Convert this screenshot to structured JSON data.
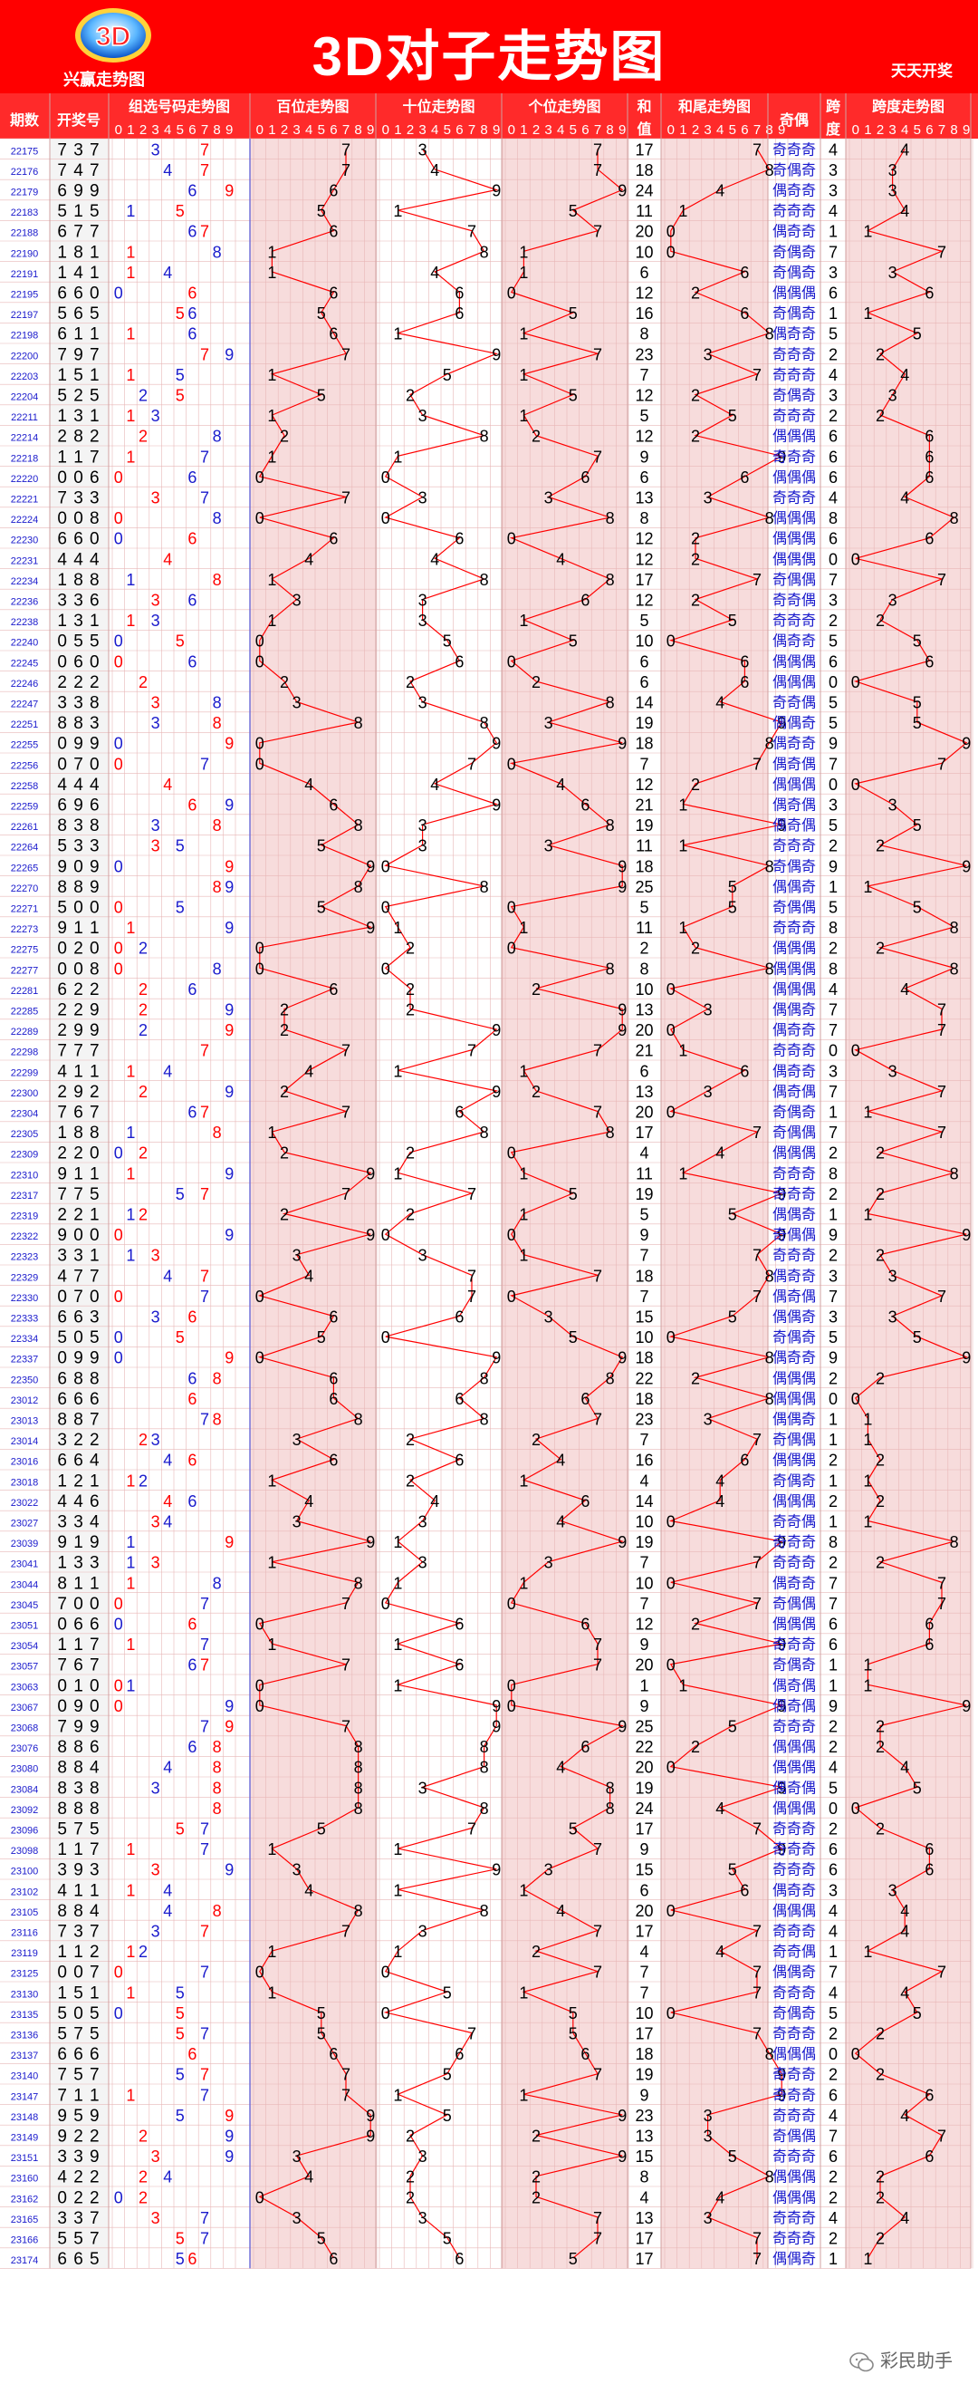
{
  "header": {
    "title": "3D对子走势图",
    "brand": "兴赢走势图",
    "subtitle": "天天开奖",
    "logo_text": "3D"
  },
  "footer": {
    "watermark": "彩民助手"
  },
  "colors": {
    "header_bg": "#ff0000",
    "header_text": "#ffffff",
    "pink_band": "#f7dcdc",
    "grid_line": "#e8b7b7",
    "blue_digit": "#1a1acc",
    "red_digit": "#ff0000",
    "parity_text": "#1a1acc",
    "trend_line": "#ff0000"
  },
  "columns": {
    "issue": "期数",
    "number": "开奖号",
    "group": "组选号码走势图",
    "hundreds": "百位走势图",
    "tens": "十位走势图",
    "units": "个位走势图",
    "sum_top": "和",
    "sum_bottom": "值",
    "sumtail": "和尾走势图",
    "parity": "奇偶",
    "span_top": "跨",
    "span_bottom": "度",
    "spantrend": "跨度走势图",
    "digits": [
      "0",
      "1",
      "2",
      "3",
      "4",
      "5",
      "6",
      "7",
      "8",
      "9"
    ]
  },
  "chart_data": {
    "type": "table",
    "title": "3D对子走势图",
    "rows": [
      {
        "issue": "22175",
        "number": "737",
        "sum": 17,
        "parity": "奇奇奇",
        "span": 4
      },
      {
        "issue": "22176",
        "number": "747",
        "sum": 18,
        "parity": "奇偶奇",
        "span": 3
      },
      {
        "issue": "22179",
        "number": "699",
        "sum": 24,
        "parity": "偶奇奇",
        "span": 3
      },
      {
        "issue": "22183",
        "number": "515",
        "sum": 11,
        "parity": "奇奇奇",
        "span": 4
      },
      {
        "issue": "22188",
        "number": "677",
        "sum": 20,
        "parity": "偶奇奇",
        "span": 1
      },
      {
        "issue": "22190",
        "number": "181",
        "sum": 10,
        "parity": "奇偶奇",
        "span": 7
      },
      {
        "issue": "22191",
        "number": "141",
        "sum": 6,
        "parity": "奇偶奇",
        "span": 3
      },
      {
        "issue": "22195",
        "number": "660",
        "sum": 12,
        "parity": "偶偶偶",
        "span": 6
      },
      {
        "issue": "22197",
        "number": "565",
        "sum": 16,
        "parity": "奇偶奇",
        "span": 1
      },
      {
        "issue": "22198",
        "number": "611",
        "sum": 8,
        "parity": "偶奇奇",
        "span": 5
      },
      {
        "issue": "22200",
        "number": "797",
        "sum": 23,
        "parity": "奇奇奇",
        "span": 2
      },
      {
        "issue": "22203",
        "number": "151",
        "sum": 7,
        "parity": "奇奇奇",
        "span": 4
      },
      {
        "issue": "22204",
        "number": "525",
        "sum": 12,
        "parity": "奇偶奇",
        "span": 3
      },
      {
        "issue": "22211",
        "number": "131",
        "sum": 5,
        "parity": "奇奇奇",
        "span": 2
      },
      {
        "issue": "22214",
        "number": "282",
        "sum": 12,
        "parity": "偶偶偶",
        "span": 6
      },
      {
        "issue": "22218",
        "number": "117",
        "sum": 9,
        "parity": "奇奇奇",
        "span": 6
      },
      {
        "issue": "22220",
        "number": "006",
        "sum": 6,
        "parity": "偶偶偶",
        "span": 6
      },
      {
        "issue": "22221",
        "number": "733",
        "sum": 13,
        "parity": "奇奇奇",
        "span": 4
      },
      {
        "issue": "22224",
        "number": "008",
        "sum": 8,
        "parity": "偶偶偶",
        "span": 8
      },
      {
        "issue": "22230",
        "number": "660",
        "sum": 12,
        "parity": "偶偶偶",
        "span": 6
      },
      {
        "issue": "22231",
        "number": "444",
        "sum": 12,
        "parity": "偶偶偶",
        "span": 0
      },
      {
        "issue": "22234",
        "number": "188",
        "sum": 17,
        "parity": "奇偶偶",
        "span": 7
      },
      {
        "issue": "22236",
        "number": "336",
        "sum": 12,
        "parity": "奇奇偶",
        "span": 3
      },
      {
        "issue": "22238",
        "number": "131",
        "sum": 5,
        "parity": "奇奇奇",
        "span": 2
      },
      {
        "issue": "22240",
        "number": "055",
        "sum": 10,
        "parity": "偶奇奇",
        "span": 5
      },
      {
        "issue": "22245",
        "number": "060",
        "sum": 6,
        "parity": "偶偶偶",
        "span": 6
      },
      {
        "issue": "22246",
        "number": "222",
        "sum": 6,
        "parity": "偶偶偶",
        "span": 0
      },
      {
        "issue": "22247",
        "number": "338",
        "sum": 14,
        "parity": "奇奇偶",
        "span": 5
      },
      {
        "issue": "22251",
        "number": "883",
        "sum": 19,
        "parity": "偶偶奇",
        "span": 5
      },
      {
        "issue": "22255",
        "number": "099",
        "sum": 18,
        "parity": "偶奇奇",
        "span": 9
      },
      {
        "issue": "22256",
        "number": "070",
        "sum": 7,
        "parity": "偶奇偶",
        "span": 7
      },
      {
        "issue": "22258",
        "number": "444",
        "sum": 12,
        "parity": "偶偶偶",
        "span": 0
      },
      {
        "issue": "22259",
        "number": "696",
        "sum": 21,
        "parity": "偶奇偶",
        "span": 3
      },
      {
        "issue": "22261",
        "number": "838",
        "sum": 19,
        "parity": "偶奇偶",
        "span": 5
      },
      {
        "issue": "22264",
        "number": "533",
        "sum": 11,
        "parity": "奇奇奇",
        "span": 2
      },
      {
        "issue": "22265",
        "number": "909",
        "sum": 18,
        "parity": "奇偶奇",
        "span": 9
      },
      {
        "issue": "22270",
        "number": "889",
        "sum": 25,
        "parity": "偶偶奇",
        "span": 1
      },
      {
        "issue": "22271",
        "number": "500",
        "sum": 5,
        "parity": "奇偶偶",
        "span": 5
      },
      {
        "issue": "22273",
        "number": "911",
        "sum": 11,
        "parity": "奇奇奇",
        "span": 8
      },
      {
        "issue": "22275",
        "number": "020",
        "sum": 2,
        "parity": "偶偶偶",
        "span": 2
      },
      {
        "issue": "22277",
        "number": "008",
        "sum": 8,
        "parity": "偶偶偶",
        "span": 8
      },
      {
        "issue": "22281",
        "number": "622",
        "sum": 10,
        "parity": "偶偶偶",
        "span": 4
      },
      {
        "issue": "22285",
        "number": "229",
        "sum": 13,
        "parity": "偶偶奇",
        "span": 7
      },
      {
        "issue": "22289",
        "number": "299",
        "sum": 20,
        "parity": "偶奇奇",
        "span": 7
      },
      {
        "issue": "22298",
        "number": "777",
        "sum": 21,
        "parity": "奇奇奇",
        "span": 0
      },
      {
        "issue": "22299",
        "number": "411",
        "sum": 6,
        "parity": "偶奇奇",
        "span": 3
      },
      {
        "issue": "22300",
        "number": "292",
        "sum": 13,
        "parity": "偶奇偶",
        "span": 7
      },
      {
        "issue": "22304",
        "number": "767",
        "sum": 20,
        "parity": "奇偶奇",
        "span": 1
      },
      {
        "issue": "22305",
        "number": "188",
        "sum": 17,
        "parity": "奇偶偶",
        "span": 7
      },
      {
        "issue": "22309",
        "number": "220",
        "sum": 4,
        "parity": "偶偶偶",
        "span": 2
      },
      {
        "issue": "22310",
        "number": "911",
        "sum": 11,
        "parity": "奇奇奇",
        "span": 8
      },
      {
        "issue": "22317",
        "number": "775",
        "sum": 19,
        "parity": "奇奇奇",
        "span": 2
      },
      {
        "issue": "22319",
        "number": "221",
        "sum": 5,
        "parity": "偶偶奇",
        "span": 1
      },
      {
        "issue": "22322",
        "number": "900",
        "sum": 9,
        "parity": "奇偶偶",
        "span": 9
      },
      {
        "issue": "22323",
        "number": "331",
        "sum": 7,
        "parity": "奇奇奇",
        "span": 2
      },
      {
        "issue": "22329",
        "number": "477",
        "sum": 18,
        "parity": "偶奇奇",
        "span": 3
      },
      {
        "issue": "22330",
        "number": "070",
        "sum": 7,
        "parity": "偶奇偶",
        "span": 7
      },
      {
        "issue": "22333",
        "number": "663",
        "sum": 15,
        "parity": "偶偶奇",
        "span": 3
      },
      {
        "issue": "22334",
        "number": "505",
        "sum": 10,
        "parity": "奇偶奇",
        "span": 5
      },
      {
        "issue": "22337",
        "number": "099",
        "sum": 18,
        "parity": "偶奇奇",
        "span": 9
      },
      {
        "issue": "22350",
        "number": "688",
        "sum": 22,
        "parity": "偶偶偶",
        "span": 2
      },
      {
        "issue": "23012",
        "number": "666",
        "sum": 18,
        "parity": "偶偶偶",
        "span": 0
      },
      {
        "issue": "23013",
        "number": "887",
        "sum": 23,
        "parity": "偶偶奇",
        "span": 1
      },
      {
        "issue": "23014",
        "number": "322",
        "sum": 7,
        "parity": "奇偶偶",
        "span": 1
      },
      {
        "issue": "23016",
        "number": "664",
        "sum": 16,
        "parity": "偶偶偶",
        "span": 2
      },
      {
        "issue": "23018",
        "number": "121",
        "sum": 4,
        "parity": "奇偶奇",
        "span": 1
      },
      {
        "issue": "23022",
        "number": "446",
        "sum": 14,
        "parity": "偶偶偶",
        "span": 2
      },
      {
        "issue": "23027",
        "number": "334",
        "sum": 10,
        "parity": "奇奇偶",
        "span": 1
      },
      {
        "issue": "23039",
        "number": "919",
        "sum": 19,
        "parity": "奇奇奇",
        "span": 8
      },
      {
        "issue": "23041",
        "number": "133",
        "sum": 7,
        "parity": "奇奇奇",
        "span": 2
      },
      {
        "issue": "23044",
        "number": "811",
        "sum": 10,
        "parity": "偶奇奇",
        "span": 7
      },
      {
        "issue": "23045",
        "number": "700",
        "sum": 7,
        "parity": "奇偶偶",
        "span": 7
      },
      {
        "issue": "23051",
        "number": "066",
        "sum": 12,
        "parity": "偶偶偶",
        "span": 6
      },
      {
        "issue": "23054",
        "number": "117",
        "sum": 9,
        "parity": "奇奇奇",
        "span": 6
      },
      {
        "issue": "23057",
        "number": "767",
        "sum": 20,
        "parity": "奇偶奇",
        "span": 1
      },
      {
        "issue": "23063",
        "number": "010",
        "sum": 1,
        "parity": "偶奇偶",
        "span": 1
      },
      {
        "issue": "23067",
        "number": "090",
        "sum": 9,
        "parity": "偶奇偶",
        "span": 9
      },
      {
        "issue": "23068",
        "number": "799",
        "sum": 25,
        "parity": "奇奇奇",
        "span": 2
      },
      {
        "issue": "23076",
        "number": "886",
        "sum": 22,
        "parity": "偶偶偶",
        "span": 2
      },
      {
        "issue": "23080",
        "number": "884",
        "sum": 20,
        "parity": "偶偶偶",
        "span": 4
      },
      {
        "issue": "23084",
        "number": "838",
        "sum": 19,
        "parity": "偶奇偶",
        "span": 5
      },
      {
        "issue": "23092",
        "number": "888",
        "sum": 24,
        "parity": "偶偶偶",
        "span": 0
      },
      {
        "issue": "23096",
        "number": "575",
        "sum": 17,
        "parity": "奇奇奇",
        "span": 2
      },
      {
        "issue": "23098",
        "number": "117",
        "sum": 9,
        "parity": "奇奇奇",
        "span": 6
      },
      {
        "issue": "23100",
        "number": "393",
        "sum": 15,
        "parity": "奇奇奇",
        "span": 6
      },
      {
        "issue": "23102",
        "number": "411",
        "sum": 6,
        "parity": "偶奇奇",
        "span": 3
      },
      {
        "issue": "23105",
        "number": "884",
        "sum": 20,
        "parity": "偶偶偶",
        "span": 4
      },
      {
        "issue": "23116",
        "number": "737",
        "sum": 17,
        "parity": "奇奇奇",
        "span": 4
      },
      {
        "issue": "23119",
        "number": "112",
        "sum": 4,
        "parity": "奇奇偶",
        "span": 1
      },
      {
        "issue": "23125",
        "number": "007",
        "sum": 7,
        "parity": "偶偶奇",
        "span": 7
      },
      {
        "issue": "23130",
        "number": "151",
        "sum": 7,
        "parity": "奇奇奇",
        "span": 4
      },
      {
        "issue": "23135",
        "number": "505",
        "sum": 10,
        "parity": "奇偶奇",
        "span": 5
      },
      {
        "issue": "23136",
        "number": "575",
        "sum": 17,
        "parity": "奇奇奇",
        "span": 2
      },
      {
        "issue": "23137",
        "number": "666",
        "sum": 18,
        "parity": "偶偶偶",
        "span": 0
      },
      {
        "issue": "23140",
        "number": "757",
        "sum": 19,
        "parity": "奇奇奇",
        "span": 2
      },
      {
        "issue": "23147",
        "number": "711",
        "sum": 9,
        "parity": "奇奇奇",
        "span": 6
      },
      {
        "issue": "23148",
        "number": "959",
        "sum": 23,
        "parity": "奇奇奇",
        "span": 4
      },
      {
        "issue": "23149",
        "number": "922",
        "sum": 13,
        "parity": "奇偶偶",
        "span": 7
      },
      {
        "issue": "23151",
        "number": "339",
        "sum": 15,
        "parity": "奇奇奇",
        "span": 6
      },
      {
        "issue": "23160",
        "number": "422",
        "sum": 8,
        "parity": "偶偶偶",
        "span": 2
      },
      {
        "issue": "23162",
        "number": "022",
        "sum": 4,
        "parity": "偶偶偶",
        "span": 2
      },
      {
        "issue": "23165",
        "number": "337",
        "sum": 13,
        "parity": "奇奇奇",
        "span": 4
      },
      {
        "issue": "23166",
        "number": "557",
        "sum": 17,
        "parity": "奇奇奇",
        "span": 2
      },
      {
        "issue": "23174",
        "number": "665",
        "sum": 17,
        "parity": "偶偶奇",
        "span": 1
      }
    ]
  }
}
